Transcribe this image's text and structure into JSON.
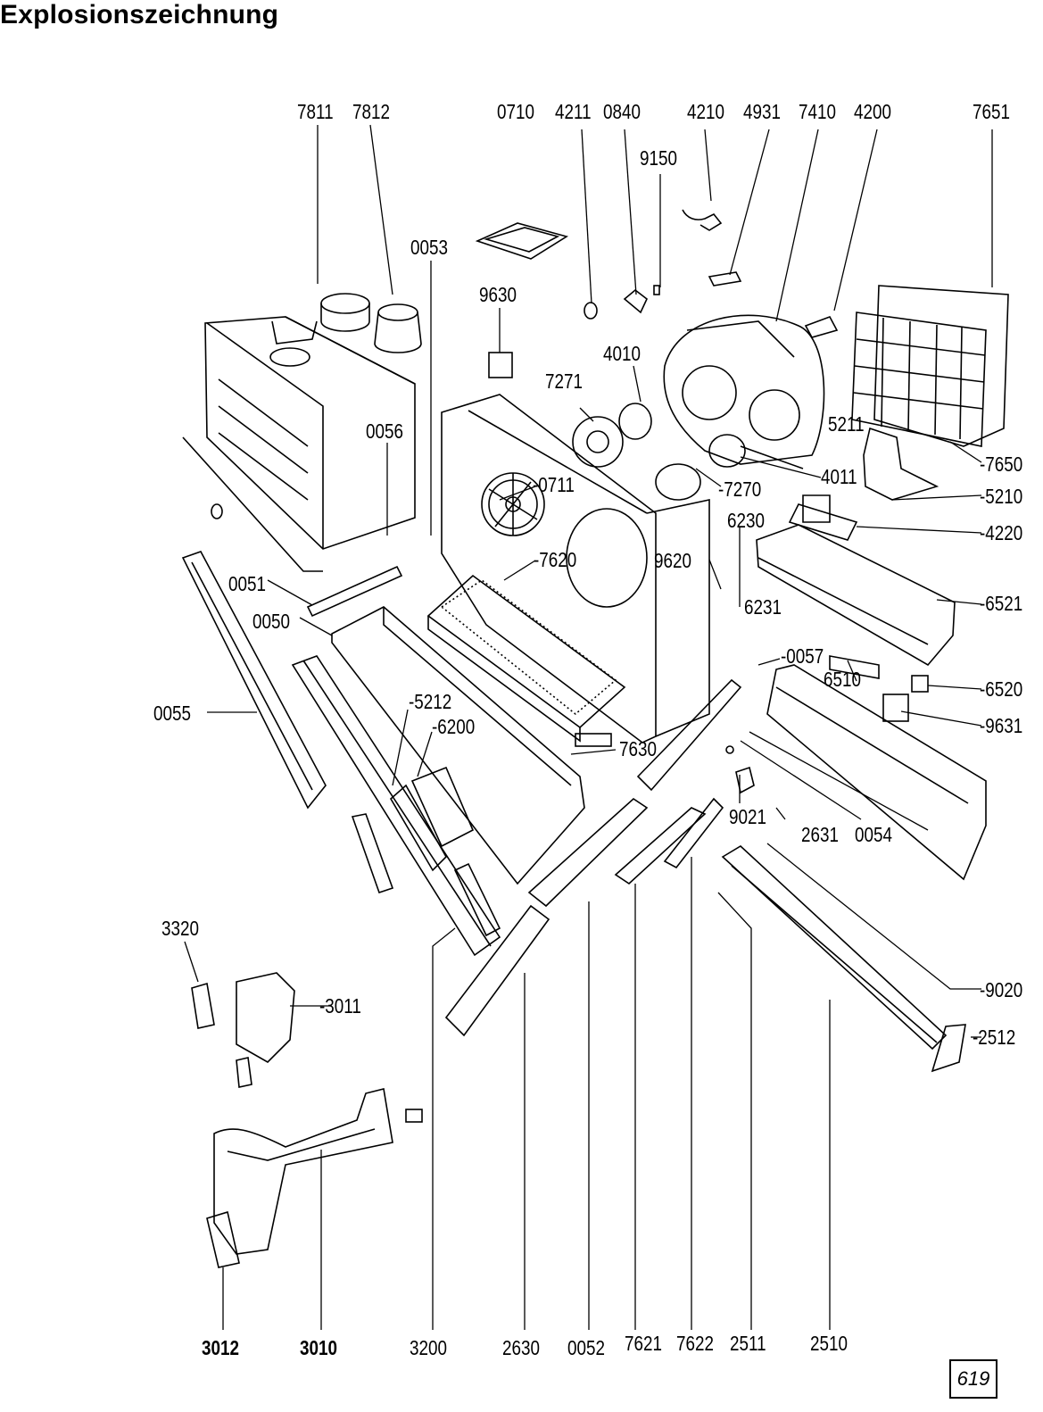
{
  "title": "Explosionszeichnung",
  "page_number": "619",
  "labels": [
    {
      "id": "7811",
      "text": "7811"
    },
    {
      "id": "7812",
      "text": "7812"
    },
    {
      "id": "0710",
      "text": "0710"
    },
    {
      "id": "4211",
      "text": "4211"
    },
    {
      "id": "0840",
      "text": "0840"
    },
    {
      "id": "4210",
      "text": "4210"
    },
    {
      "id": "4931",
      "text": "4931"
    },
    {
      "id": "7410",
      "text": "7410"
    },
    {
      "id": "4200",
      "text": "4200"
    },
    {
      "id": "7651",
      "text": "7651"
    },
    {
      "id": "9150",
      "text": "9150"
    },
    {
      "id": "0053",
      "text": "0053"
    },
    {
      "id": "9630",
      "text": "9630"
    },
    {
      "id": "4010",
      "text": "4010"
    },
    {
      "id": "7271",
      "text": "7271"
    },
    {
      "id": "0056",
      "text": "0056"
    },
    {
      "id": "5211",
      "text": "5211"
    },
    {
      "id": "7650",
      "text": "-7650"
    },
    {
      "id": "0711",
      "text": "-0711"
    },
    {
      "id": "7270",
      "text": "-7270"
    },
    {
      "id": "4011",
      "text": "4011"
    },
    {
      "id": "5210",
      "text": "-5210"
    },
    {
      "id": "6230",
      "text": "6230"
    },
    {
      "id": "4220",
      "text": "-4220"
    },
    {
      "id": "7620",
      "text": "-7620"
    },
    {
      "id": "9620",
      "text": "9620"
    },
    {
      "id": "0051",
      "text": "0051"
    },
    {
      "id": "6521",
      "text": "-6521"
    },
    {
      "id": "6231",
      "text": "6231"
    },
    {
      "id": "0050",
      "text": "0050"
    },
    {
      "id": "0057",
      "text": "-0057"
    },
    {
      "id": "6510",
      "text": "6510"
    },
    {
      "id": "6520",
      "text": "-6520"
    },
    {
      "id": "0055",
      "text": "0055"
    },
    {
      "id": "5212",
      "text": "-5212"
    },
    {
      "id": "6200",
      "text": "-6200"
    },
    {
      "id": "9631",
      "text": "-9631"
    },
    {
      "id": "7630",
      "text": "7630"
    },
    {
      "id": "9021",
      "text": "9021"
    },
    {
      "id": "2631",
      "text": "2631"
    },
    {
      "id": "0054",
      "text": "0054"
    },
    {
      "id": "3320",
      "text": "3320"
    },
    {
      "id": "3011",
      "text": "-3011"
    },
    {
      "id": "9020",
      "text": "-9020"
    },
    {
      "id": "2512",
      "text": "-2512"
    },
    {
      "id": "3012",
      "text": "3012"
    },
    {
      "id": "3010",
      "text": "3010"
    },
    {
      "id": "3200",
      "text": "3200"
    },
    {
      "id": "2630",
      "text": "2630"
    },
    {
      "id": "0052",
      "text": "0052"
    },
    {
      "id": "7621",
      "text": "7621"
    },
    {
      "id": "7622",
      "text": "7622"
    },
    {
      "id": "2511",
      "text": "2511"
    },
    {
      "id": "2510",
      "text": "2510"
    }
  ]
}
